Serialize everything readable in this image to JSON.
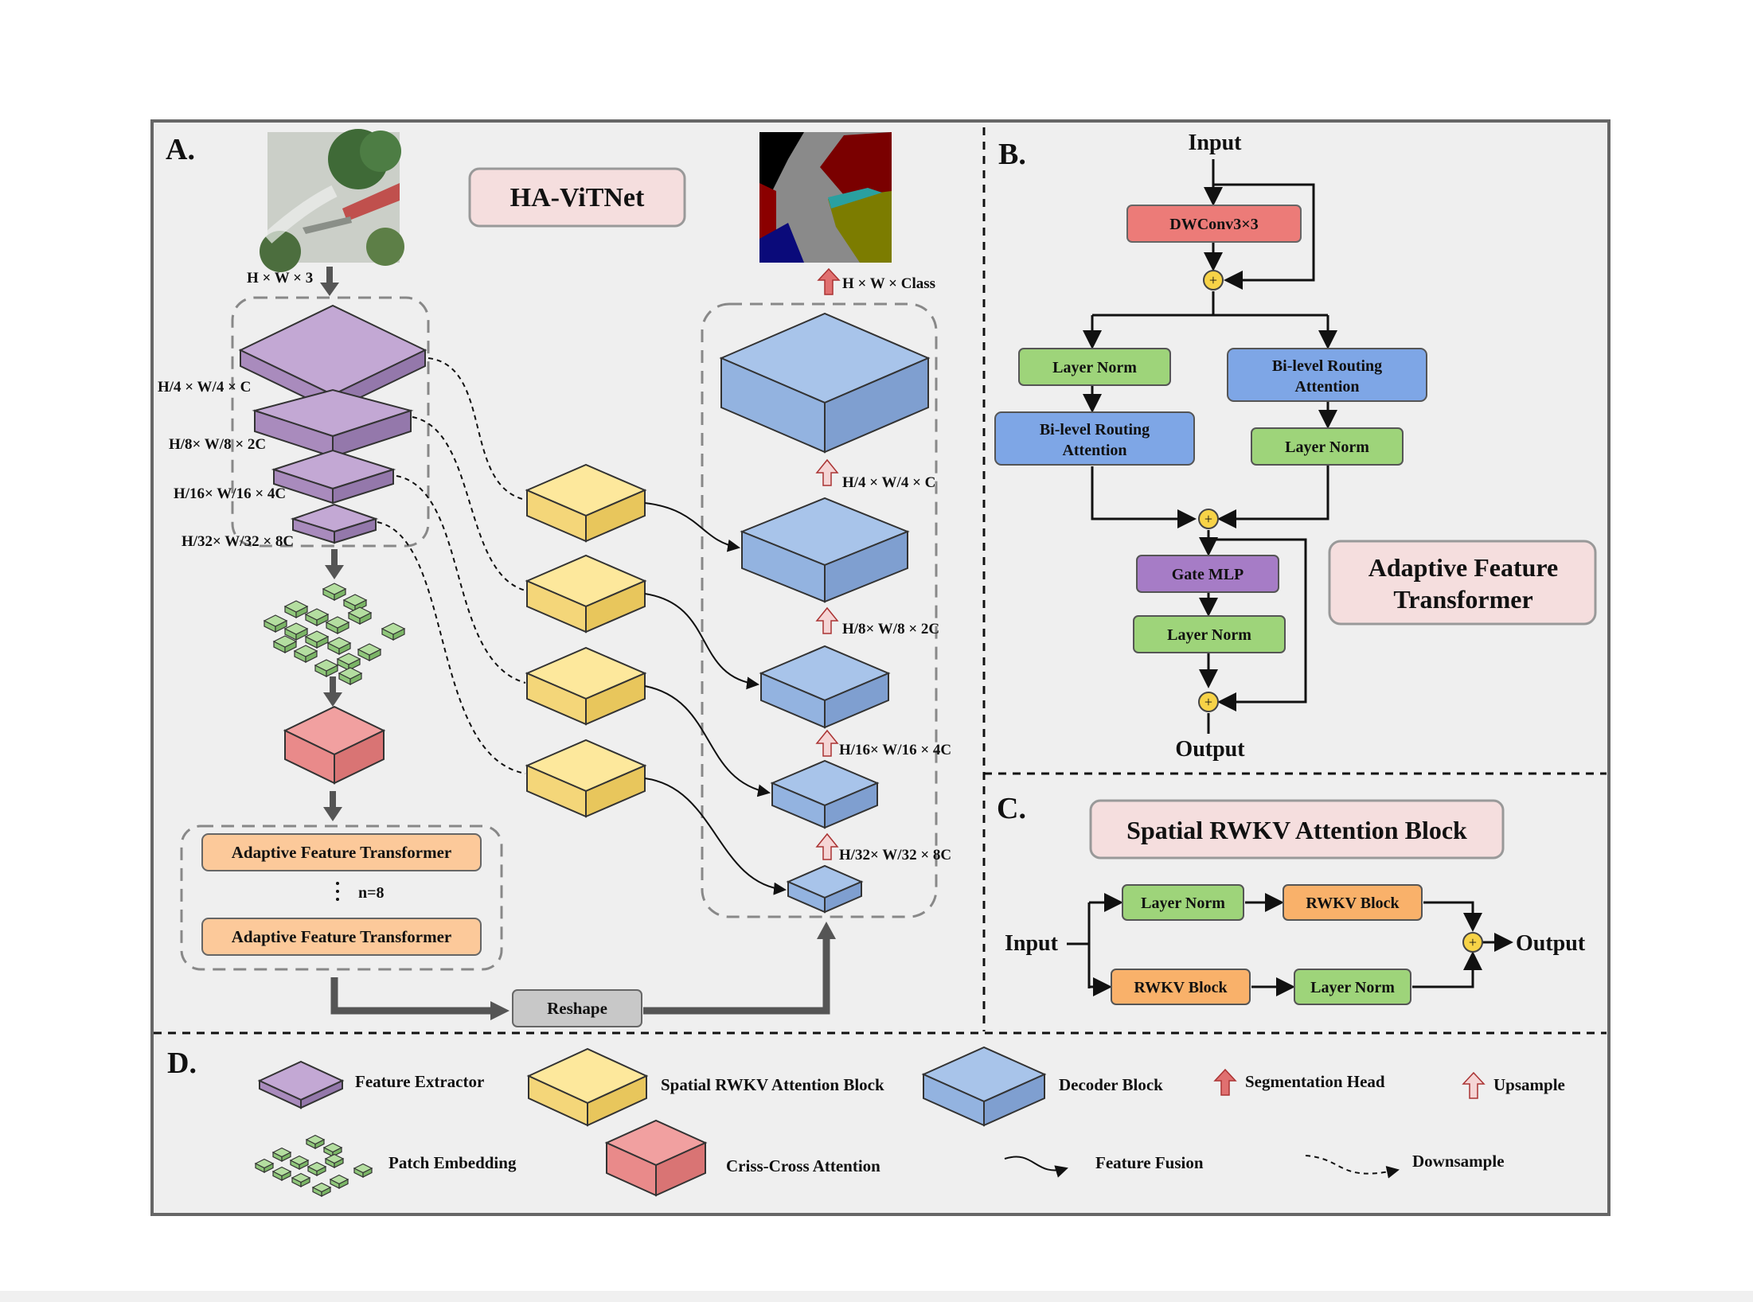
{
  "panels": {
    "a": "A.",
    "b": "B.",
    "c": "C.",
    "d": "D."
  },
  "panel_a": {
    "title": "HA-ViTNet",
    "input_dim": "H × W × 3",
    "output_dim": "H × W × Class",
    "encoder_dims": [
      "H/4 × W/4 × C",
      "H/8× W/8 × 2C",
      "H/16× W/16 × 4C",
      "H/32× W/32 × 8C"
    ],
    "decoder_dims": [
      "H/4 × W/4 × C",
      "H/8× W/8 × 2C",
      "H/16× W/16 × 4C",
      "H/32× W/32 × 8C"
    ],
    "aft_label": "Adaptive Feature Transformer",
    "aft_label_2": "Adaptive Feature Transformer",
    "repeat": "n=8",
    "reshape": "Reshape"
  },
  "panel_b": {
    "input": "Input",
    "output": "Output",
    "dwconv": "DWConv3×3",
    "layer_norm_left": "Layer Norm",
    "brouting_left_1": "Bi-level Routing",
    "brouting_left_2": "Attention",
    "brouting_right_1": "Bi-level Routing",
    "brouting_right_2": "Attention",
    "layer_norm_right": "Layer Norm",
    "gate_mlp": "Gate MLP",
    "layer_norm_bottom": "Layer Norm",
    "title_1": "Adaptive Feature",
    "title_2": "Transformer"
  },
  "panel_c": {
    "title": "Spatial RWKV Attention Block",
    "input": "Input",
    "output": "Output",
    "layer_norm_top": "Layer Norm",
    "rwkv_top": "RWKV Block",
    "rwkv_bottom": "RWKV Block",
    "layer_norm_bottom": "Layer Norm"
  },
  "legend": {
    "feature_extractor": "Feature Extractor",
    "spatial_rwkv": "Spatial RWKV Attention Block",
    "decoder": "Decoder Block",
    "seg_head": "Segmentation Head",
    "upsample": "Upsample",
    "patch_embedding": "Patch Embedding",
    "criss_cross": "Criss-Cross Attention",
    "feature_fusion": "Feature Fusion",
    "downsample": "Downsample"
  },
  "colors": {
    "purple": "#c3a8d4",
    "yellow": "#fde89c",
    "blue": "#a8c4ea",
    "red": "#f1a0a0",
    "green": "#b4dea0",
    "orange": "#fcc99a",
    "dwconv": "#ec7b78",
    "attention_blue": "#7ea6e6",
    "norm_green": "#9ed47a",
    "gate_purple": "#a67cc6",
    "rwkv_orange": "#f9b16a",
    "title_pink": "#f5dede"
  }
}
